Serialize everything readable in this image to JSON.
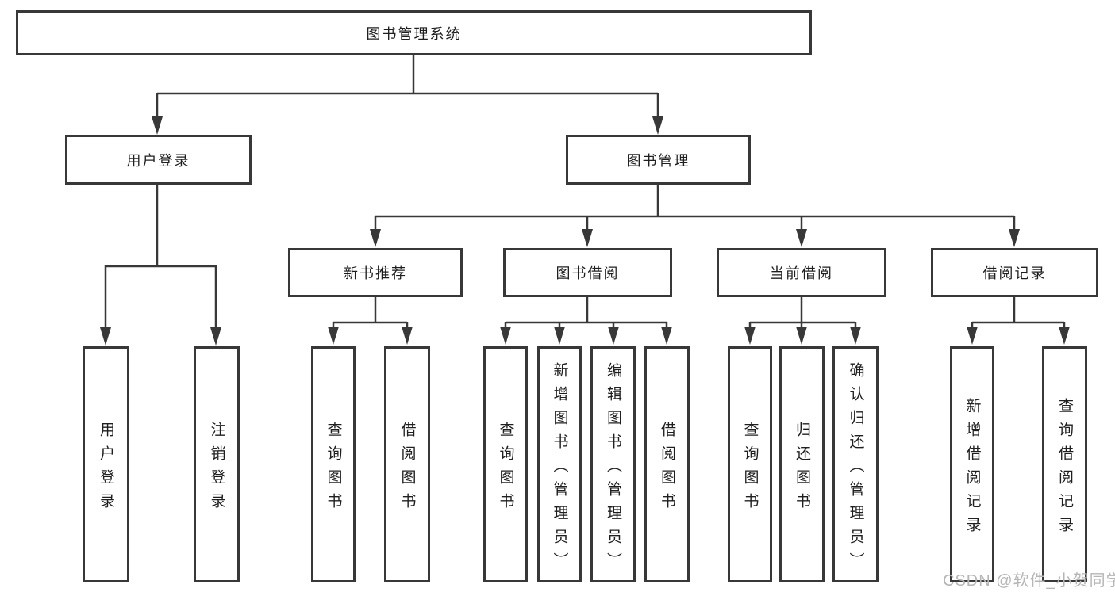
{
  "diagram": {
    "root": {
      "label": "图书管理系统"
    },
    "branches": [
      {
        "label": "用户登录",
        "children": [
          {
            "label": "用户登录"
          },
          {
            "label": "注销登录"
          }
        ]
      },
      {
        "label": "图书管理",
        "children": [
          {
            "label": "新书推荐",
            "children": [
              {
                "label": "查询图书"
              },
              {
                "label": "借阅图书"
              }
            ]
          },
          {
            "label": "图书借阅",
            "children": [
              {
                "label": "查询图书"
              },
              {
                "label": "新增图书（管理员）"
              },
              {
                "label": "编辑图书（管理员）"
              },
              {
                "label": "借阅图书"
              }
            ]
          },
          {
            "label": "当前借阅",
            "children": [
              {
                "label": "查询图书"
              },
              {
                "label": "归还图书"
              },
              {
                "label": "确认归还（管理员）"
              }
            ]
          },
          {
            "label": "借阅记录",
            "children": [
              {
                "label": "新增借阅记录"
              },
              {
                "label": "查询借阅记录"
              }
            ]
          }
        ]
      }
    ]
  },
  "watermark": {
    "text": "CSDN @软件_小贺同学"
  },
  "colors": {
    "line": "#383838",
    "box_border": "#383838",
    "text": "#1f1f1f",
    "watermark": "#b6b6b6",
    "background": "#ffffff"
  }
}
